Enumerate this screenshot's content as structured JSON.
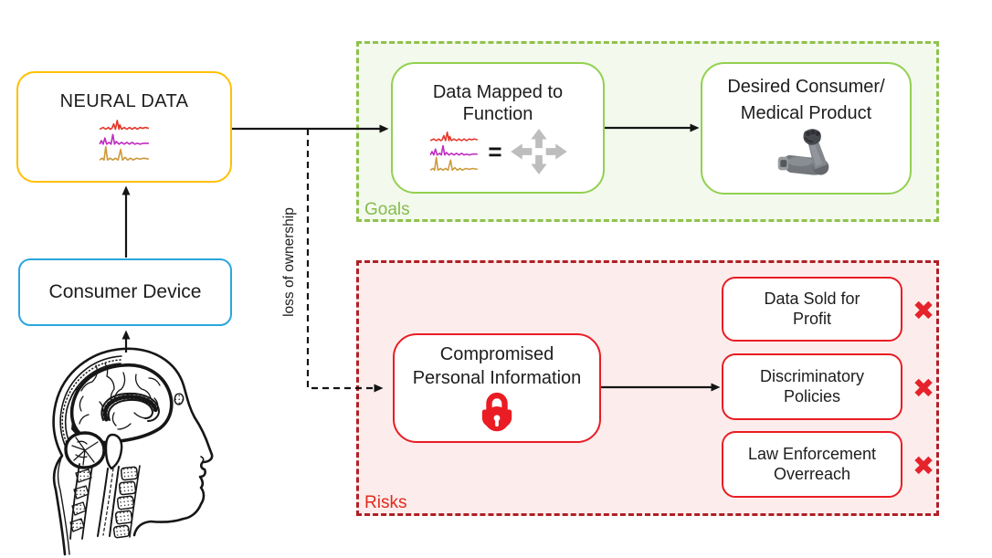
{
  "pipeline": {
    "neural_data_label": "NEURAL DATA",
    "consumer_device_label": "Consumer Device",
    "branch_label": "loss of ownership"
  },
  "goals": {
    "label": "Goals",
    "data_mapped": {
      "line1": "Data Mapped to",
      "line2": "Function",
      "equals": "="
    },
    "desired_product": {
      "line1": "Desired Consumer/",
      "line2": "Medical Product"
    }
  },
  "risks": {
    "label": "Risks",
    "compromised": {
      "line1": "Compromised",
      "line2": "Personal Information"
    },
    "outcomes": [
      {
        "line1": "Data Sold for",
        "line2": "Profit",
        "mark": "✖"
      },
      {
        "line1": "Discriminatory",
        "line2": "Policies",
        "mark": "✖"
      },
      {
        "line1": "Law Enforcement",
        "line2": "Overreach",
        "mark": "✖"
      }
    ]
  },
  "icons": {
    "neural_traces": "signal-waveform-icon",
    "motion_arrows": "directional-arrows-icon",
    "mechanical_arm": "mechanical-arm-icon",
    "padlock": "padlock-icon",
    "brain": "brain-sagittal-illustration"
  },
  "colors": {
    "neural_border": "#FFC000",
    "device_border": "#2BA6DE",
    "goal_green": "#92D050",
    "goals_bg": "#F3F9EC",
    "risk_red": "#EA1C24",
    "risks_panel_border": "#AF2026",
    "risks_bg": "#FCEDEC",
    "cross_red": "#E5232B",
    "arrow_black": "#141414",
    "icon_gray": "#BDBDBD"
  }
}
